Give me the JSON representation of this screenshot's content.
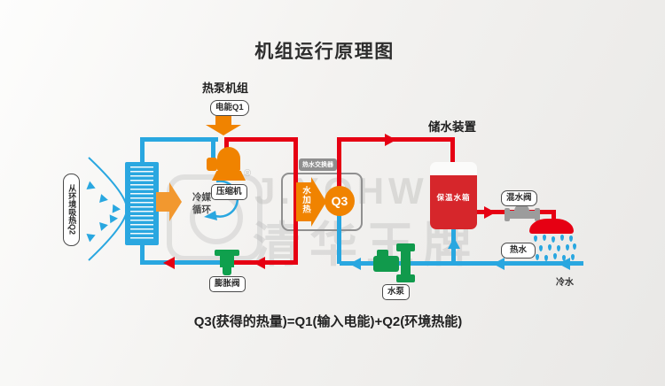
{
  "title": "机组运行原理图",
  "formula": "Q3(获得的热量)=Q1(输入电能)+Q2(环境热能)",
  "sections": {
    "heat_pump_unit": "热泵机组",
    "water_storage": "储水装置"
  },
  "components": {
    "electric_input": "电能Q1",
    "compressor": "压缩机",
    "expansion_valve": "膨胀阀",
    "refrigerant_cycle": "冷媒循环",
    "ambient_heat": "从环境吸热Q2",
    "heat_exchanger_tag": "热水交换器",
    "water_heating": "水加热",
    "q3_badge": "Q3",
    "insulated_tank": "保温水箱",
    "water_pump": "水泵",
    "mixing_valve": "混水阀",
    "hot_water": "热水",
    "cold_water": "冷水"
  },
  "watermark": {
    "brand_latin": "J.XQHWP",
    "brand_cn": "清华王牌",
    "registered_mark": "®"
  },
  "colors": {
    "pipe_hot": "#e60013",
    "pipe_cold": "#29a7e0",
    "component_orange": "#f08300",
    "component_green": "#0fa04d",
    "tank_red": "#d6262b",
    "valve_gray": "#9c9c9c"
  }
}
